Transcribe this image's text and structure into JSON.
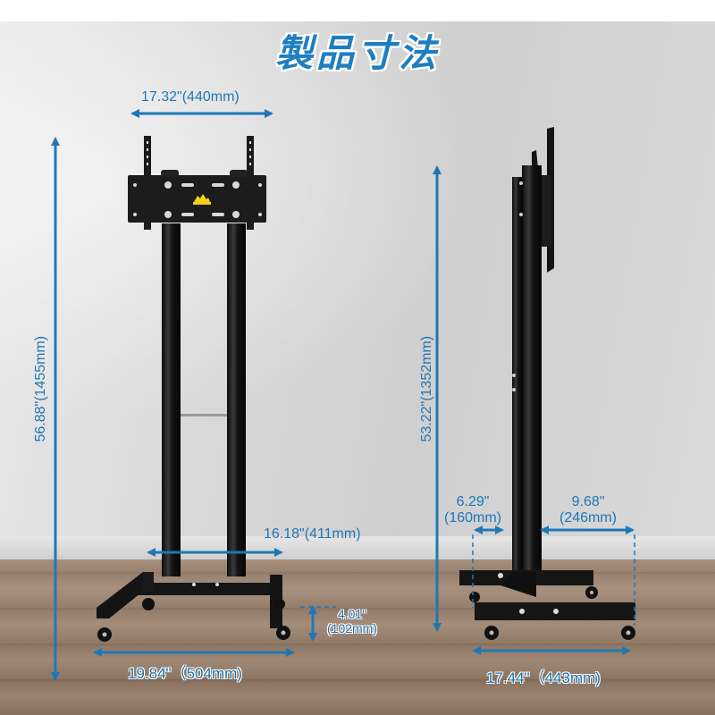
{
  "title": "製品寸法",
  "colors": {
    "accent": "#1f78b4",
    "wall": "#d6d6d7",
    "floor": "#8f7764",
    "stand": "#1a1a1a",
    "logo": "#f2d21b"
  },
  "front_view": {
    "mount_width": "17.32\"(440mm)",
    "total_height": "56.88\"(1455mm)",
    "pole_spacing": "16.18\"(411mm)",
    "ground_clearance": {
      "inches": "4.01\"",
      "mm": "(102mm)"
    },
    "base_width": "19.84\"（504mm)"
  },
  "side_view": {
    "pole_height": "53.22\"(1352mm)",
    "front_depth": {
      "inches": "6.29\"",
      "mm": "(160mm)"
    },
    "rear_depth": {
      "inches": "9.68\"",
      "mm": "(246mm)"
    },
    "base_depth": "17.44\"（443mm)"
  },
  "icons": {
    "logo": "brand-logo-badge"
  }
}
